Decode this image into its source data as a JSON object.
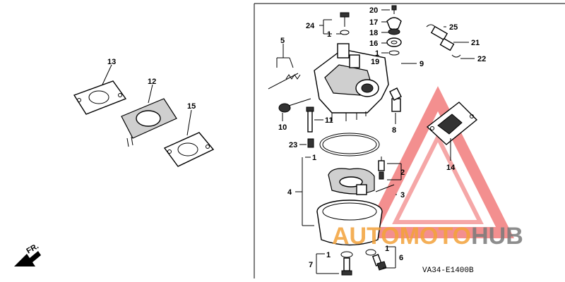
{
  "diagram": {
    "labels": {
      "p1": "1",
      "p2": "2",
      "p3": "3",
      "p4": "4",
      "p5": "5",
      "p6": "6",
      "p7": "7",
      "p8": "8",
      "p9": "9",
      "p10": "10",
      "p11": "11",
      "p12": "12",
      "p13": "13",
      "p14": "14",
      "p15": "15",
      "p16": "16",
      "p17": "17",
      "p18": "18",
      "p19": "19",
      "p20": "20",
      "p21": "21",
      "p22": "22",
      "p23": "23",
      "p24": "24",
      "p25": "25"
    },
    "direction_label": "FR.",
    "figure_code": "VA34-E1400B"
  },
  "watermark": {
    "part1": "AUTO",
    "part2": "MOTO",
    "part3": "HUB",
    "colors": {
      "orange": "#f3a23a",
      "red": "#e23b3b",
      "gray": "#7a7a7a"
    }
  }
}
